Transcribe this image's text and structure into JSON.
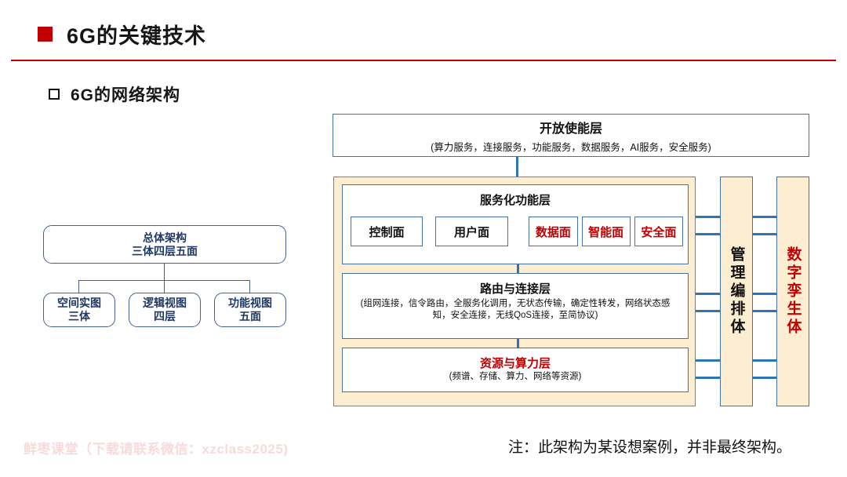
{
  "header": {
    "title": "6G的关键技术",
    "subtitle": "6G的网络架构",
    "accent_color": "#c00000"
  },
  "left_tree": {
    "root": {
      "line1": "总体架构",
      "line2": "三体四层五面"
    },
    "children": [
      {
        "line1": "空间实图",
        "line2": "三体"
      },
      {
        "line1": "逻辑视图",
        "line2": "四层"
      },
      {
        "line1": "功能视图",
        "line2": "五面"
      }
    ]
  },
  "architecture": {
    "top_layer": {
      "title": "开放使能层",
      "subtitle": "(算力服务，连接服务，功能服务，数据服务，AI服务，安全服务)"
    },
    "service_layer": {
      "title": "服务化功能层",
      "planes": [
        {
          "label": "控制面",
          "color": "#111111"
        },
        {
          "label": "用户面",
          "color": "#111111"
        },
        {
          "label": "数据面",
          "color": "#c00000"
        },
        {
          "label": "智能面",
          "color": "#c00000"
        },
        {
          "label": "安全面",
          "color": "#c00000"
        }
      ]
    },
    "routing_layer": {
      "title": "路由与连接层",
      "subtitle": "(组网连接，信令路由，全服务化调用，无状态传输，确定性转发，网络状态感知，安全连接，无线QoS连接，至简协议)"
    },
    "resource_layer": {
      "title": "资源与算力层",
      "subtitle": "(频谱、存储、算力、网络等资源)",
      "title_color": "#c00000"
    },
    "side_boxes": [
      {
        "label": "管理编排体",
        "color": "#111111"
      },
      {
        "label": "数字孪生体",
        "color": "#c00000"
      }
    ]
  },
  "footer": {
    "watermark": "鲜枣课堂（下载请联系微信：xzclass2025)",
    "note": "注：此架构为某设想案例，并非最终架构。"
  }
}
